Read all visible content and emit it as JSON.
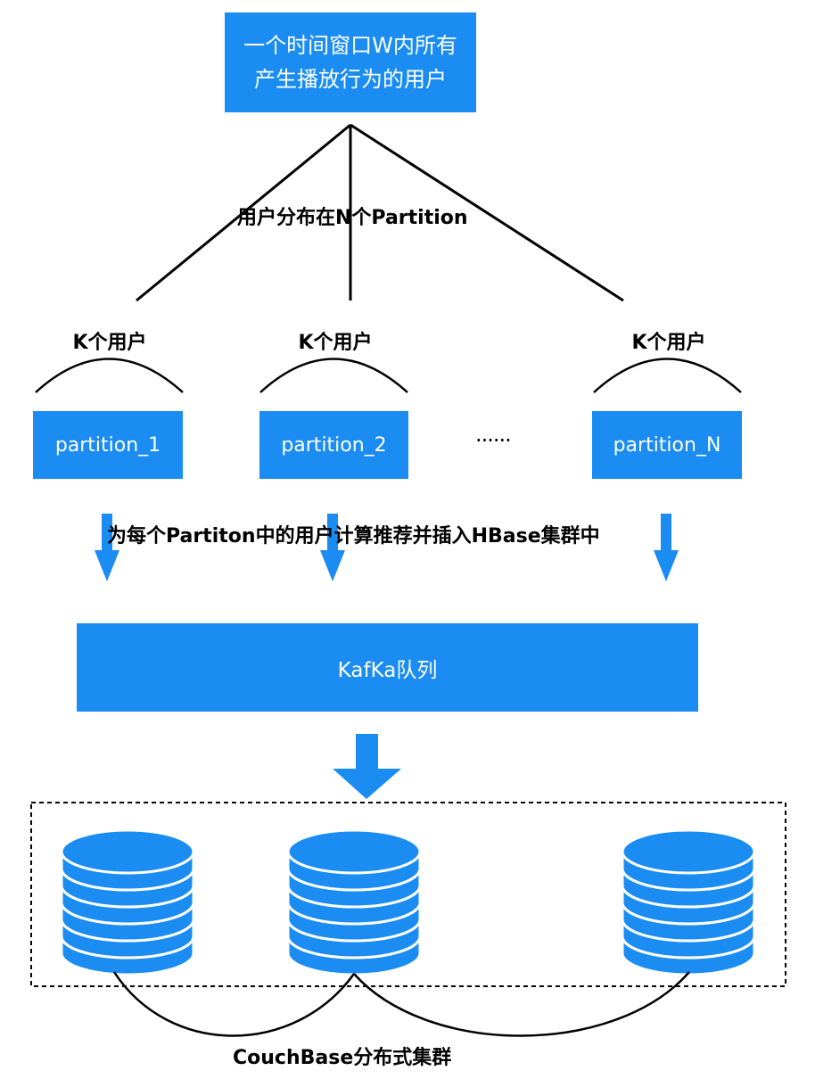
{
  "top_box": {
    "line1": "一个时间窗口W内所有",
    "line2": "产生播放行为的用户"
  },
  "distribution_label": "用户分布在N个Partition",
  "partitions": [
    {
      "k_label": "K个用户",
      "name": "partition_1"
    },
    {
      "k_label": "K个用户",
      "name": "partition_2"
    },
    {
      "k_label": "K个用户",
      "name": "partition_N"
    }
  ],
  "ellipsis": "······",
  "compute_label": "为每个Partiton中的用户计算推荐并插入HBase集群中",
  "kafka_label": "KafKa队列",
  "cluster_label": "CouchBase分布式集群",
  "colors": {
    "accent": "#1a8cf2",
    "line": "#000000",
    "disk_stroke": "#ffffff"
  }
}
